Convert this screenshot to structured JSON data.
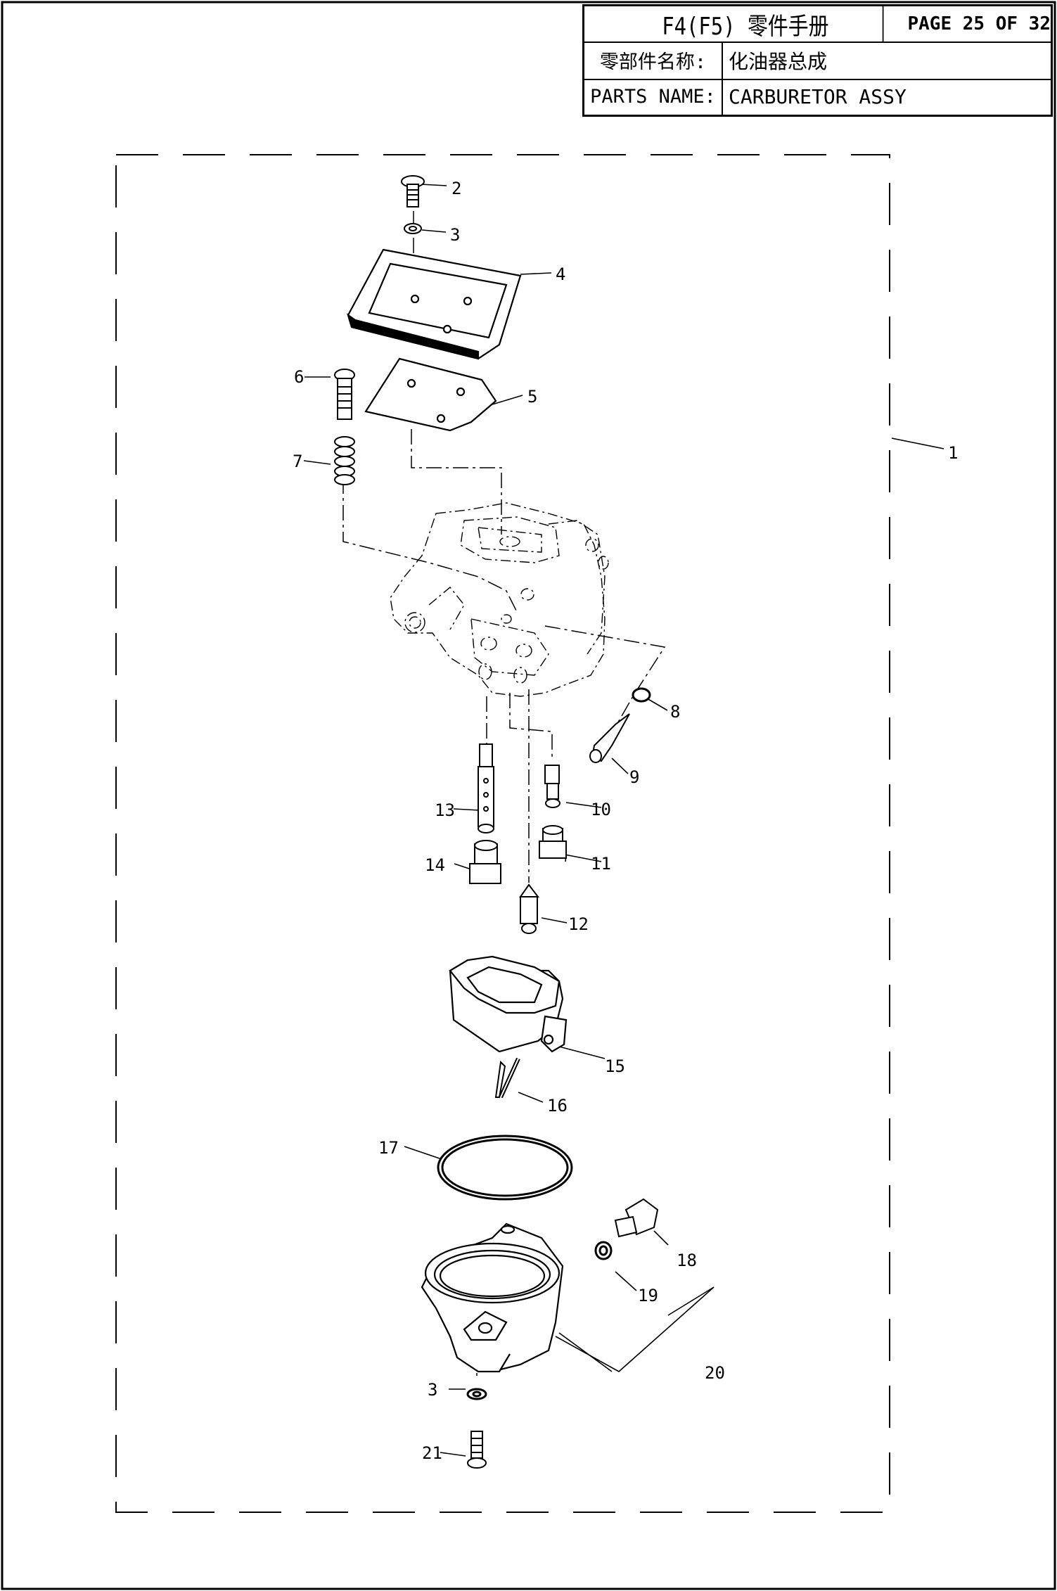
{
  "title_block": {
    "title": "F4(F5) 零件手册",
    "page": "PAGE 25 OF 32",
    "name_label_cn": "零部件名称:",
    "name_value_cn": "化油器总成",
    "name_label_en": "PARTS NAME:",
    "name_value_en": "CARBURETOR ASSY"
  },
  "callouts": {
    "c1": "1",
    "c2": "2",
    "c3a": "3",
    "c3b": "3",
    "c4": "4",
    "c5": "5",
    "c6": "6",
    "c7": "7",
    "c8": "8",
    "c9": "9",
    "c10": "10",
    "c11": "11",
    "c12": "12",
    "c13": "13",
    "c14": "14",
    "c15": "15",
    "c16": "16",
    "c17": "17",
    "c18": "18",
    "c19": "19",
    "c20": "20",
    "c21": "21"
  }
}
